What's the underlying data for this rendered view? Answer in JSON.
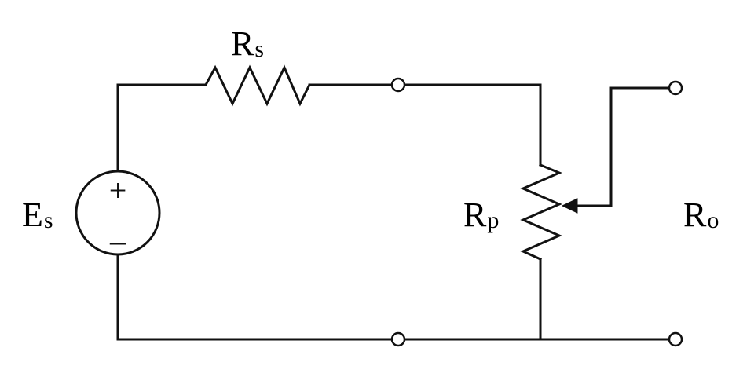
{
  "colors": {
    "line": "#111111",
    "text": "#111111",
    "background": "#ffffff"
  },
  "labels": {
    "source_resistor": {
      "main": "R",
      "sub": "s"
    },
    "source": {
      "main": "E",
      "sub": "s"
    },
    "potentiometer": {
      "main": "R",
      "sub": "p"
    },
    "output": {
      "main": "R",
      "sub": "o"
    }
  },
  "source_symbol": {
    "plus": "+",
    "minus": "–"
  }
}
